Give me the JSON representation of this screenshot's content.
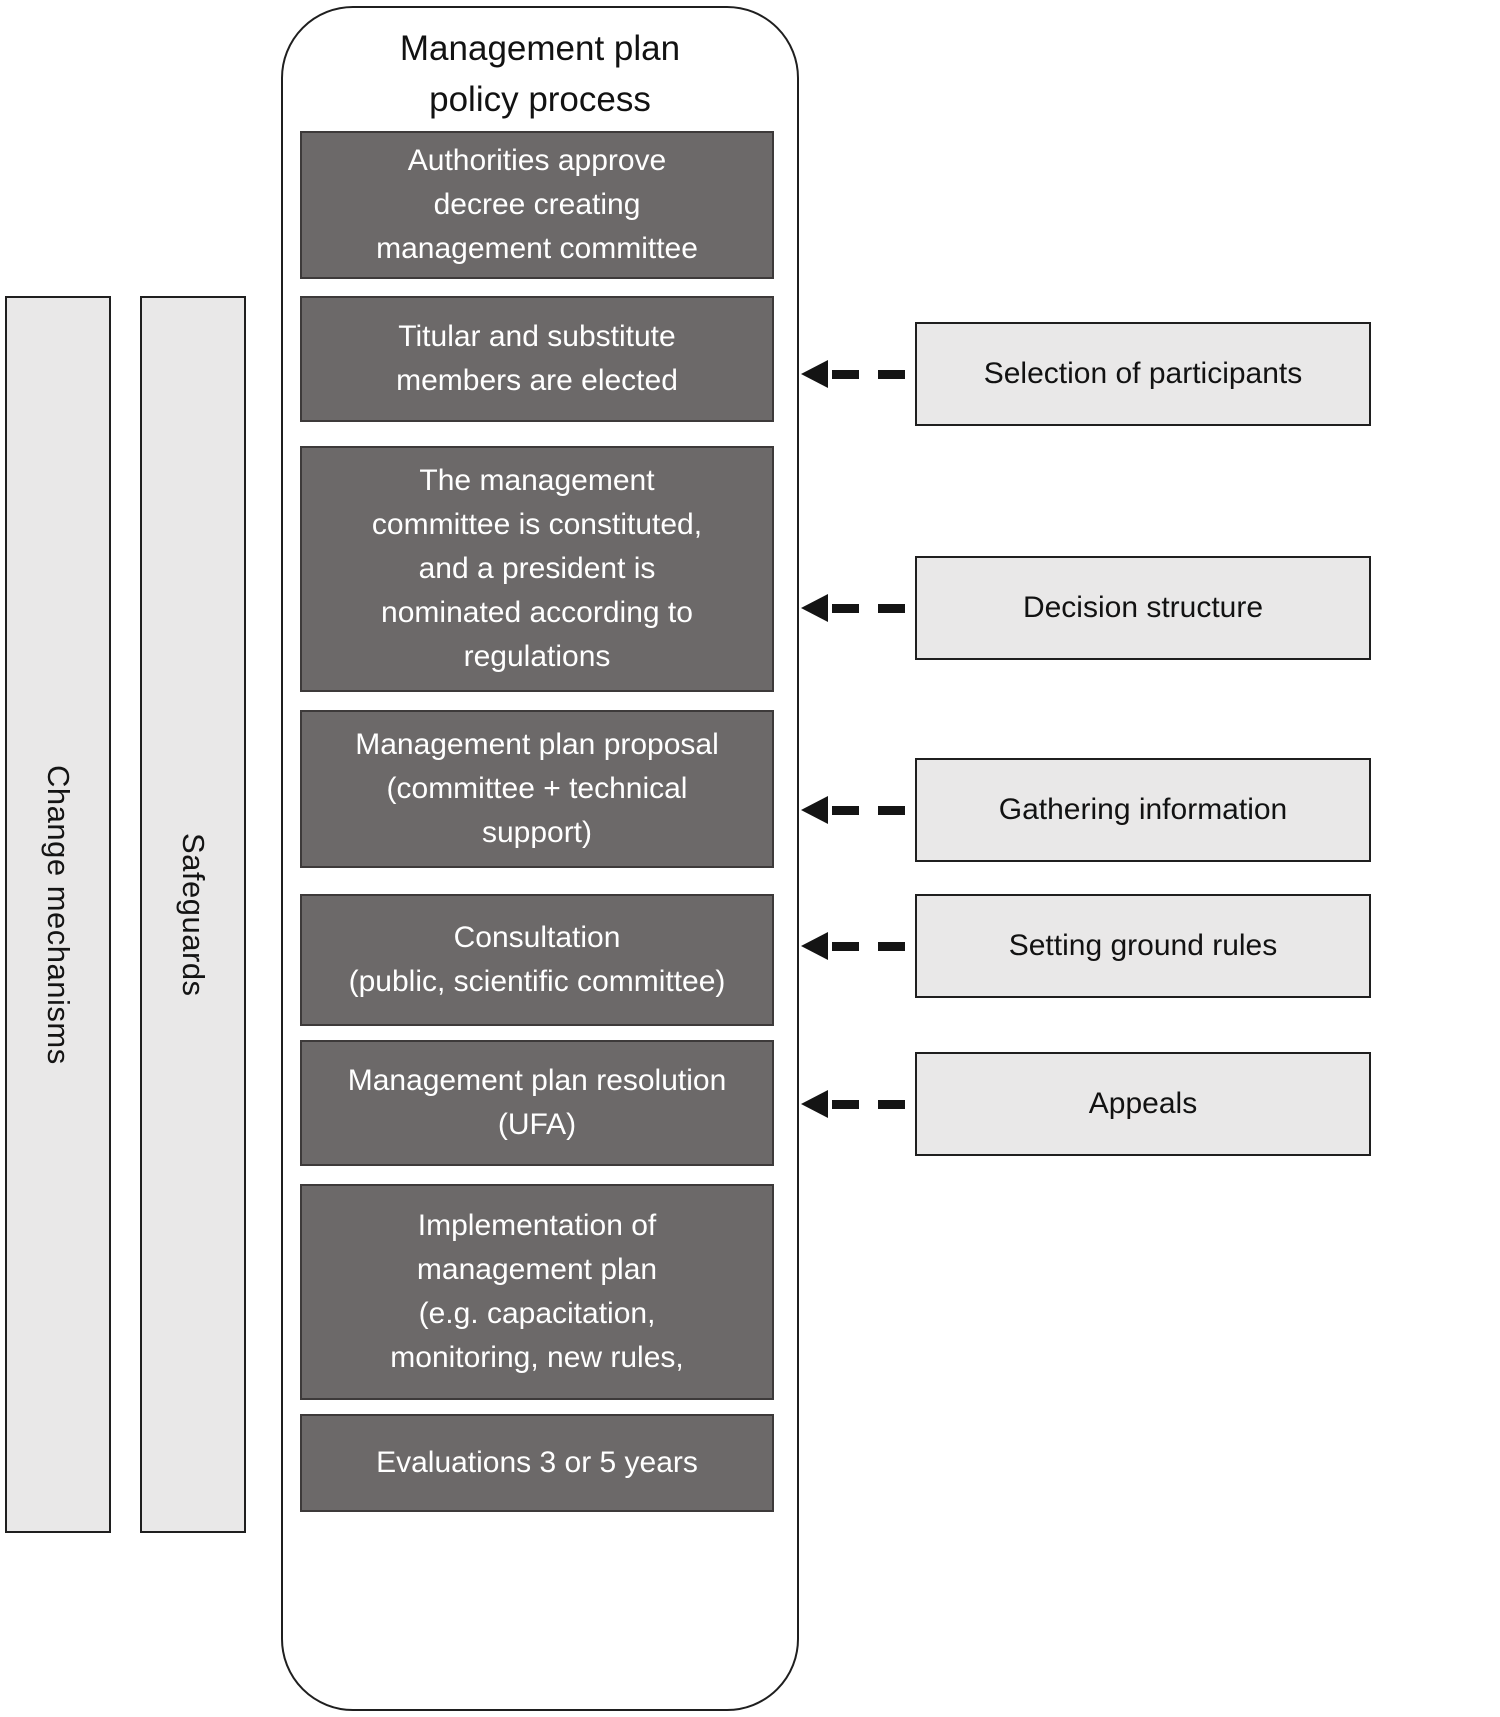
{
  "side_bars": [
    {
      "label": "Change mechanisms"
    },
    {
      "label": "Safeguards"
    }
  ],
  "process": {
    "title": "Management plan\npolicy process",
    "steps": [
      {
        "label": "Authorities approve\ndecree creating\nmanagement committee"
      },
      {
        "label": "Titular and substitute\nmembers are elected"
      },
      {
        "label": "The management\ncommittee is constituted,\nand a president is\nnominated according to\nregulations"
      },
      {
        "label": "Management plan proposal\n(committee + technical\nsupport)"
      },
      {
        "label": "Consultation\n(public, scientific committee)"
      },
      {
        "label": "Management plan resolution\n(UFA)"
      },
      {
        "label": "Implementation of\nmanagement plan\n(e.g. capacitation,\nmonitoring, new rules,"
      },
      {
        "label": "Evaluations 3 or 5 years"
      }
    ]
  },
  "annotations": [
    {
      "label": "Selection of participants",
      "points_to_step": 1
    },
    {
      "label": "Decision structure",
      "points_to_step": 2
    },
    {
      "label": "Gathering information",
      "points_to_step": 3
    },
    {
      "label": "Setting ground rules",
      "points_to_step": 4
    },
    {
      "label": "Appeals",
      "points_to_step": 5
    }
  ],
  "colors": {
    "step_fill": "#6c6969",
    "step_text": "#ffffff",
    "annotation_fill": "#e9e8e8",
    "outline": "#1f1f1f",
    "arrow": "#141414"
  }
}
